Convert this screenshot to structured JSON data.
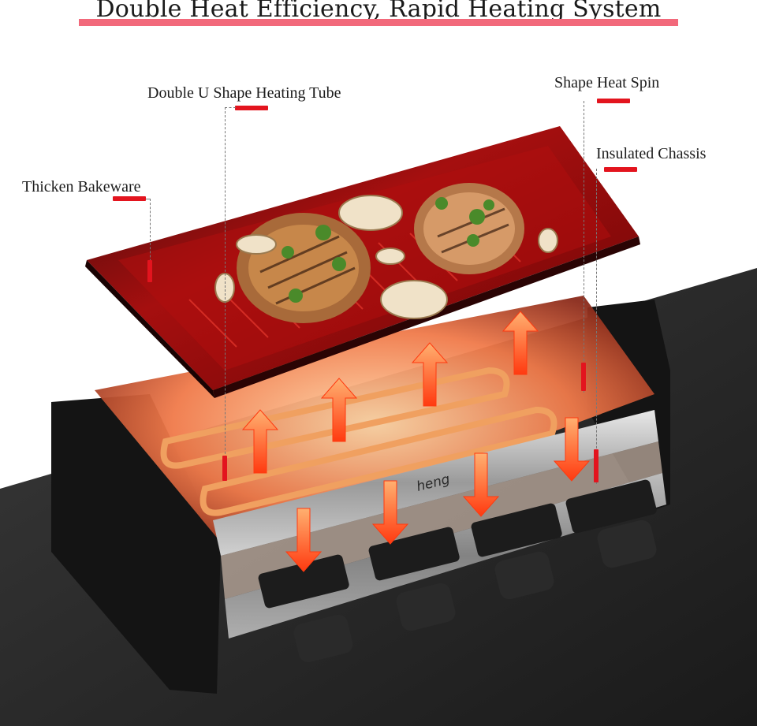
{
  "headline": "Double Heat Efficiency, Rapid Heating System",
  "labels": {
    "double_u_tube": "Double U Shape Heating Tube",
    "heat_spin": "Shape Heat Spin",
    "chassis": "Insulated Chassis",
    "bakeware": "Thicken Bakeware"
  },
  "brand": "heng",
  "colors": {
    "accent_red": "#e3141e",
    "headline_bar": "#f2697b",
    "grill_plate": "#8f0a0a",
    "heat_arrow": "#ff5a1a",
    "heating_tube": "#f0a060",
    "floor": "#2a2a2a"
  },
  "icons": [
    "heat-arrow-icon"
  ]
}
